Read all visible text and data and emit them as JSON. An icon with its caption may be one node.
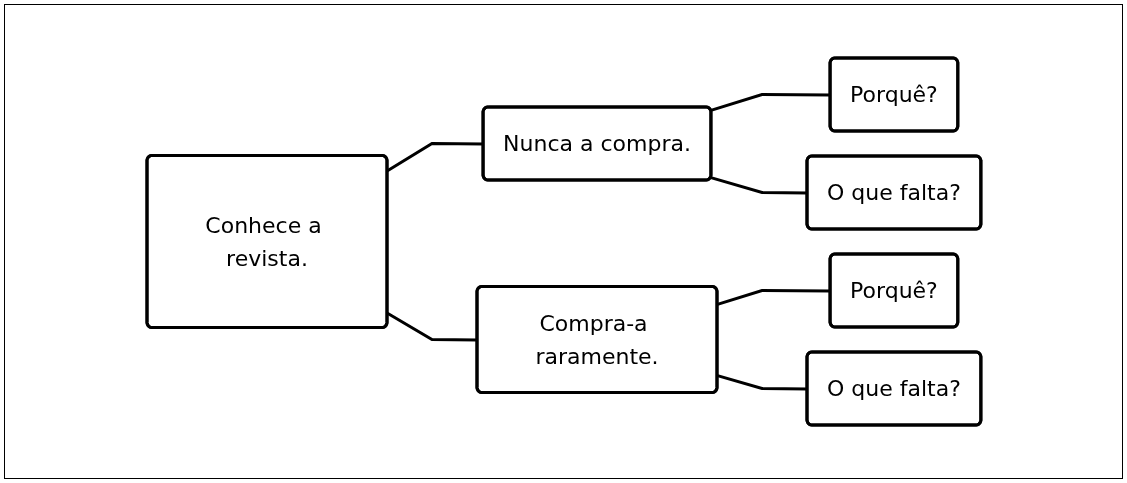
{
  "diagram": {
    "nodes": [
      {
        "text": [
          "Conhece a revista."
        ]
      },
      {
        "text": [
          "Nunca a compra."
        ]
      },
      {
        "text": [
          "Porquê?"
        ]
      },
      {
        "text": [
          "O que falta?"
        ]
      },
      {
        "text": [
          "Compra-a raramente."
        ]
      },
      {
        "text": [
          "Porquê?"
        ]
      },
      {
        "text": [
          "O que falta?"
        ]
      }
    ],
    "edges": [
      {
        "from": 0,
        "to": 1,
        "arrow": "none"
      },
      {
        "from": 0,
        "to": 4,
        "arrow": "none"
      },
      {
        "from": 1,
        "to": 2,
        "arrow": "none"
      },
      {
        "from": 1,
        "to": 3,
        "arrow": "none"
      },
      {
        "from": 4,
        "to": 5,
        "arrow": "none"
      },
      {
        "from": 4,
        "to": 6,
        "arrow": "none"
      }
    ]
  }
}
